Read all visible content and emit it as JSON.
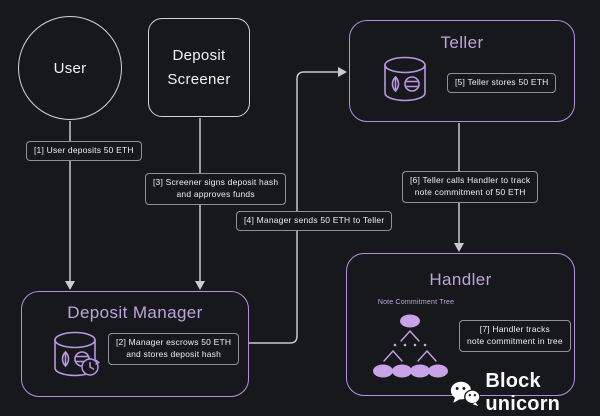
{
  "colors": {
    "background": "#17181c",
    "accent_purple_border": "#b58ee0",
    "purple_title_text": "#bda4dd",
    "tree_fill_purple": "#c9a2e8",
    "gray_node_border": "#d2d4d8",
    "connector_gray": "#c6c8cc",
    "label_border_gray": "#8e9298",
    "text_white": "#f2f3f5"
  },
  "nodes": {
    "user": {
      "label": "User"
    },
    "screener": {
      "label": "Deposit Screener"
    },
    "teller": {
      "title": "Teller",
      "note": "[5] Teller stores 50 ETH"
    },
    "manager": {
      "title": "Deposit Manager",
      "note": [
        "[2] Manager escrows 50 ETH",
        "and stores deposit hash"
      ]
    },
    "handler": {
      "title": "Handler",
      "tree_label": "Note Commitment Tree",
      "note": [
        "[7] Handler tracks",
        "note commitment in tree"
      ]
    }
  },
  "edges": {
    "step1": "[1] User deposits 50 ETH",
    "step3": [
      "[3] Screener signs deposit hash",
      "and approves funds"
    ],
    "step4": "[4] Manager sends 50 ETH to Teller",
    "step6": [
      "[6] Teller calls Handler to track",
      "note commitment of 50 ETH"
    ]
  },
  "watermark": {
    "text": "Block unicorn"
  }
}
